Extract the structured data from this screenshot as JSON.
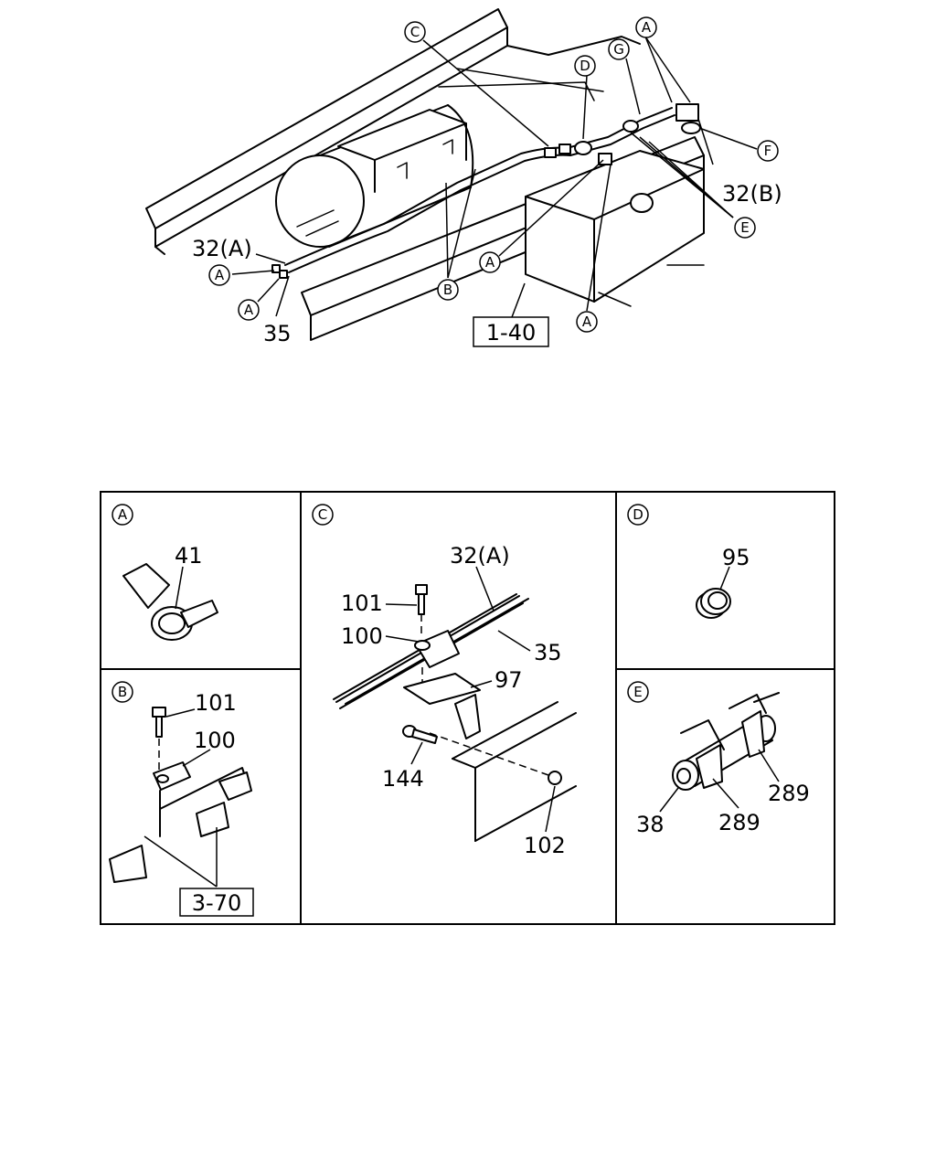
{
  "overview": {
    "callouts": [
      "C",
      "D",
      "G",
      "A",
      "F",
      "E",
      "B",
      "A",
      "A",
      "A",
      "A"
    ],
    "part_labels": [
      "32(A)",
      "35",
      "32(B)"
    ],
    "ref_box": "1-40"
  },
  "details": {
    "A": {
      "letter": "A",
      "parts": [
        "41"
      ]
    },
    "B": {
      "letter": "B",
      "parts": [
        "101",
        "100"
      ],
      "ref_box": "3-70"
    },
    "C": {
      "letter": "C",
      "parts": [
        "32(A)",
        "101",
        "100",
        "35",
        "97",
        "144",
        "102"
      ]
    },
    "D": {
      "letter": "D",
      "parts": [
        "95"
      ]
    },
    "E": {
      "letter": "E",
      "parts": [
        "289",
        "38",
        "289"
      ]
    }
  }
}
